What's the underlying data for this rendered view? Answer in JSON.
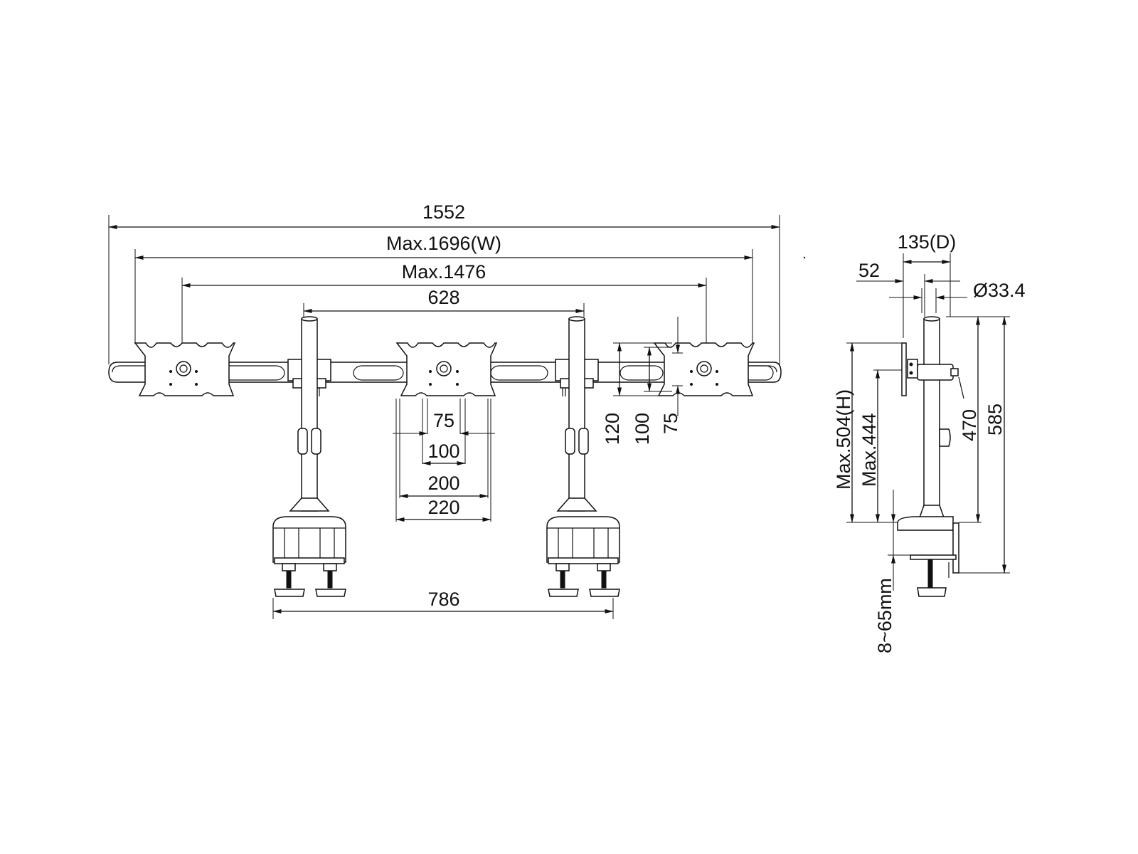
{
  "colors": {
    "line": "#111111",
    "background": "#ffffff"
  },
  "front_view": {
    "dimensions": {
      "overall_width": "1552",
      "max_width": "Max.1696(W)",
      "max_span": "Max.1476",
      "pole_spacing": "628",
      "vesa_75": "75",
      "vesa_100": "100",
      "vesa_200": "200",
      "vesa_220": "220",
      "vert_120": "120",
      "vert_100": "100",
      "vert_75": "75",
      "clamp_spacing": "786"
    }
  },
  "side_view": {
    "dimensions": {
      "depth": "135(D)",
      "offset": "52",
      "pole_diameter": "Ø33.4",
      "max_height": "Max.504(H)",
      "max_444": "Max.444",
      "h_470": "470",
      "h_585": "585",
      "clamp_range": "8~65mm"
    }
  }
}
